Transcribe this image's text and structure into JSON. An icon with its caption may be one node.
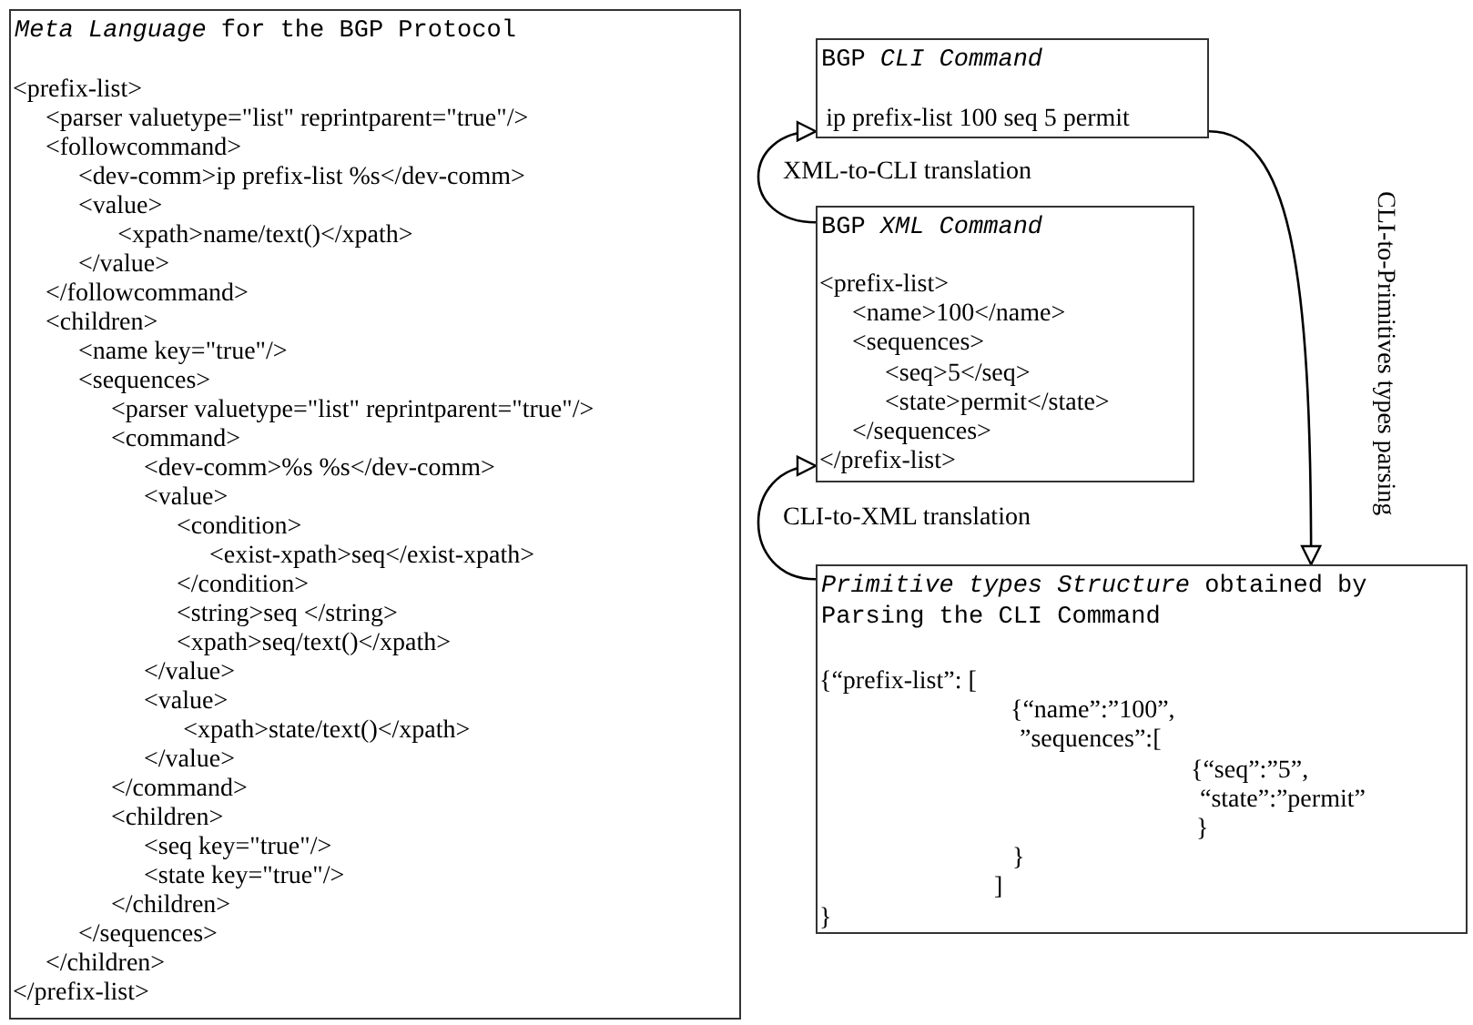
{
  "diagram": {
    "nodes": [
      {
        "text": [
          "*Meta Language* for the BGP Protocol",
          "<prefix-list>",
          "<parser valuetype=\"list\" reprintparent=\"true\"/>",
          "<followcommand>",
          "<dev-comm>ip prefix-list %s</dev-comm>",
          "<value>",
          "<xpath>name/text()</xpath>",
          "</value>",
          "</followcommand>",
          "<children>",
          "<name key=\"true\"/>",
          "<sequences>",
          "<parser valuetype=\"list\" reprintparent=\"true\"/>",
          "<command>",
          "<dev-comm>%s %s</dev-comm>",
          "<value>",
          "<condition>",
          "<exist-xpath>seq</exist-xpath>",
          "</condition>",
          "<string>seq </string>",
          "<xpath>seq/text()</xpath>",
          "</value>",
          "<value>",
          "<xpath>state/text()</xpath>",
          "</value>",
          "</command>",
          "<children>",
          "<seq key=\"true\"/>",
          "<state key=\"true\"/>",
          "</children>",
          "</sequences>",
          "</children>",
          "</prefix-list>"
        ]
      },
      {
        "text": [
          "BGP *CLI Command*",
          "ip prefix-list 100 seq 5 permit"
        ]
      },
      {
        "text": [
          "BGP *XML Command*",
          "<prefix-list>",
          "<name>100</name>",
          "<sequences>",
          "<seq>5</seq>",
          "<state>permit</state>",
          "</sequences>",
          "</prefix-list>"
        ]
      },
      {
        "text": [
          "*Primitive types Structure* obtained by Parsing the CLI Command",
          "{“prefix-list”: [",
          "{“name”:”100”,",
          "”sequences”:[",
          "{“seq”:”5”,",
          "“state”:”permit”",
          "}",
          "}",
          "]",
          "}"
        ]
      }
    ],
    "edges": [
      {
        "from": 2,
        "to": 1,
        "arrow": "to",
        "label": "XML-to-CLI translation"
      },
      {
        "from": 3,
        "to": 2,
        "arrow": "to",
        "label": "CLI-to-XML translation"
      },
      {
        "from": 1,
        "to": 3,
        "arrow": "to",
        "label": "CLI-to-Primitives types parsing"
      }
    ]
  }
}
